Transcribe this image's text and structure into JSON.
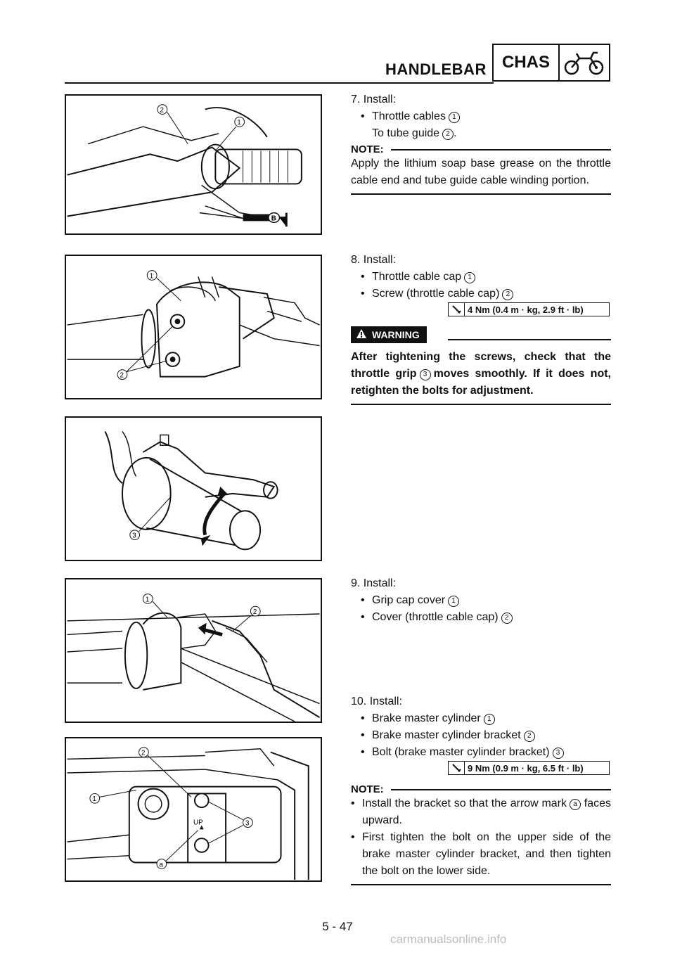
{
  "header": {
    "section_title": "HANDLEBAR",
    "chapter_code": "CHAS",
    "chapter_icon": "motorcycle-icon"
  },
  "step7": {
    "heading": "7.  Install:",
    "items": [
      {
        "text": "Throttle cables",
        "ref": "1"
      },
      {
        "text": "To tube guide",
        "ref": "2",
        "suffix": "."
      }
    ],
    "note_label": "NOTE:",
    "note_text": "Apply the lithium soap base grease on the throttle cable end and tube guide cable winding portion."
  },
  "step8": {
    "heading": "8.  Install:",
    "items": [
      {
        "text": "Throttle cable cap",
        "ref": "1"
      },
      {
        "text": "Screw (throttle cable cap)",
        "ref": "2"
      }
    ],
    "torque": "4 Nm (0.4 m · kg, 2.9 ft · lb)",
    "warning_label": "WARNING",
    "warning_pre": "After tightening the screws, check that the throttle grip",
    "warning_ref": "3",
    "warning_post": "moves smoothly. If it does not, retighten the bolts for adjustment."
  },
  "step9": {
    "heading": "9.  Install:",
    "items": [
      {
        "text": "Grip cap cover",
        "ref": "1"
      },
      {
        "text": "Cover (throttle cable cap)",
        "ref": "2"
      }
    ]
  },
  "step10": {
    "heading": "10. Install:",
    "items": [
      {
        "text": "Brake master cylinder",
        "ref": "1"
      },
      {
        "text": "Brake master cylinder bracket",
        "ref": "2"
      },
      {
        "text": "Bolt (brake master cylinder bracket)",
        "ref": "3"
      }
    ],
    "torque": "9 Nm (0.9 m · kg, 6.5 ft · lb)",
    "note_label": "NOTE:",
    "note_items": [
      {
        "pre": "Install the bracket so that the arrow mark",
        "ref": "a",
        "post": "faces upward."
      },
      {
        "pre": "First tighten the bolt on the upper side of the brake master cylinder bracket, and then tighten the bolt on the lower side.",
        "ref": "",
        "post": ""
      }
    ]
  },
  "figures": {
    "fig1": {
      "callouts": [
        "2",
        "1"
      ],
      "grease_mark": "B"
    },
    "fig2": {
      "callouts": [
        "1",
        "2"
      ]
    },
    "fig3": {
      "callouts": [
        "3"
      ]
    },
    "fig4": {
      "callouts": [
        "1",
        "2"
      ]
    },
    "fig5": {
      "callouts": [
        "2",
        "1",
        "3",
        "a"
      ],
      "stamp": "UP"
    }
  },
  "footer": {
    "page_number": "5 - 47",
    "watermark": "carmanualsonline.info"
  }
}
